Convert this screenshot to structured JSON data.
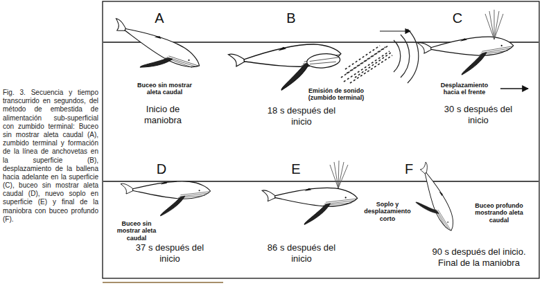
{
  "diagram": {
    "caption": "Fig. 3. Secuencia y tiempo transcurrido en segundos, del método de embestida de alimentación sub-superficial con zumbido terminal: Buceo sin mostrar aleta caudal (A), zumbido terminal y formación de la línea de anchovetas en la superficie (B), desplazamiento de la ballena hacia adelante en la superficie (C), buceo sin mostrar aleta caudal (D), nuevo soplo en superficie (E) y final de la maniobra con buceo profundo (F).",
    "labels": [
      "A",
      "Buceo sin mostrar aleta caudal",
      "Inicio de maniobra",
      "B",
      "Emisión de sonido (zumbido terminal)",
      "18 s después del inicio",
      "C",
      "Desplazamiento hacia el frente",
      "30 s después del inicio",
      "D",
      "Buceo sin mostrar aleta caudal",
      "37 s después del inicio",
      "E",
      "Soplo y desplazamiento corto",
      "86 s después del inicio",
      "F",
      "Buceo profundo mostrando aleta caudal",
      "90 s después del inicio. Final de la maniobra"
    ]
  }
}
